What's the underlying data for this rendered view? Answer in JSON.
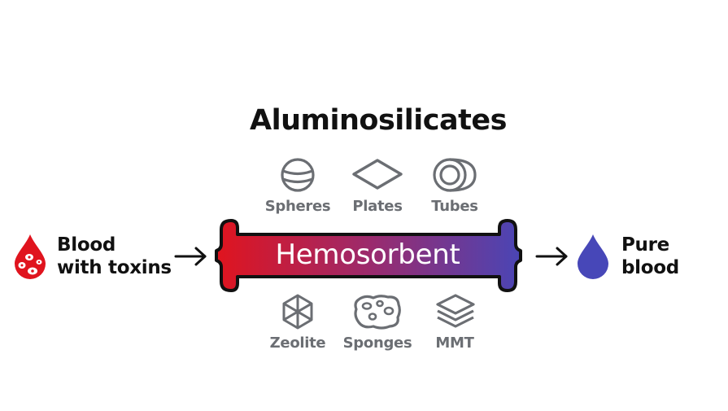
{
  "title": "Aluminosilicates",
  "top_forms": [
    {
      "label": "Spheres",
      "icon": "sphere-icon"
    },
    {
      "label": "Plates",
      "icon": "plate-icon"
    },
    {
      "label": "Tubes",
      "icon": "tubes-icon"
    }
  ],
  "bottom_forms": [
    {
      "label": "Zeolite",
      "icon": "zeolite-icon"
    },
    {
      "label": "Sponges",
      "icon": "sponge-icon"
    },
    {
      "label": "MMT",
      "icon": "layers-icon"
    }
  ],
  "input": {
    "line1": "Blood",
    "line2": "with toxins",
    "icon": "blood-drop-icon"
  },
  "center": {
    "label": "Hemosorbent"
  },
  "output": {
    "line1": "Pure",
    "line2": "blood",
    "icon": "pure-drop-icon"
  },
  "colors": {
    "toxic_red": "#e0141e",
    "pure_blue": "#4747b8",
    "icon_gray": "#6b6e73",
    "gradient_start": "#e0141e",
    "gradient_end": "#4a45b5"
  }
}
